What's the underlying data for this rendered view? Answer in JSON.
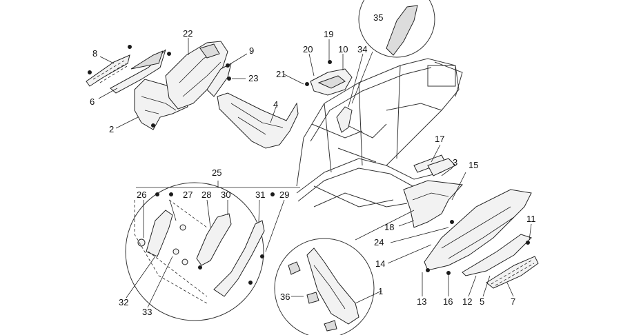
{
  "diagram": {
    "callouts": [
      "1",
      "2",
      "3",
      "4",
      "5",
      "6",
      "7",
      "8",
      "9",
      "10",
      "11",
      "12",
      "13",
      "14",
      "15",
      "16",
      "17",
      "18",
      "19",
      "20",
      "21",
      "22",
      "23",
      "24",
      "25",
      "26",
      "27",
      "28",
      "29",
      "30",
      "31",
      "32",
      "33",
      "34",
      "35",
      "36"
    ]
  }
}
